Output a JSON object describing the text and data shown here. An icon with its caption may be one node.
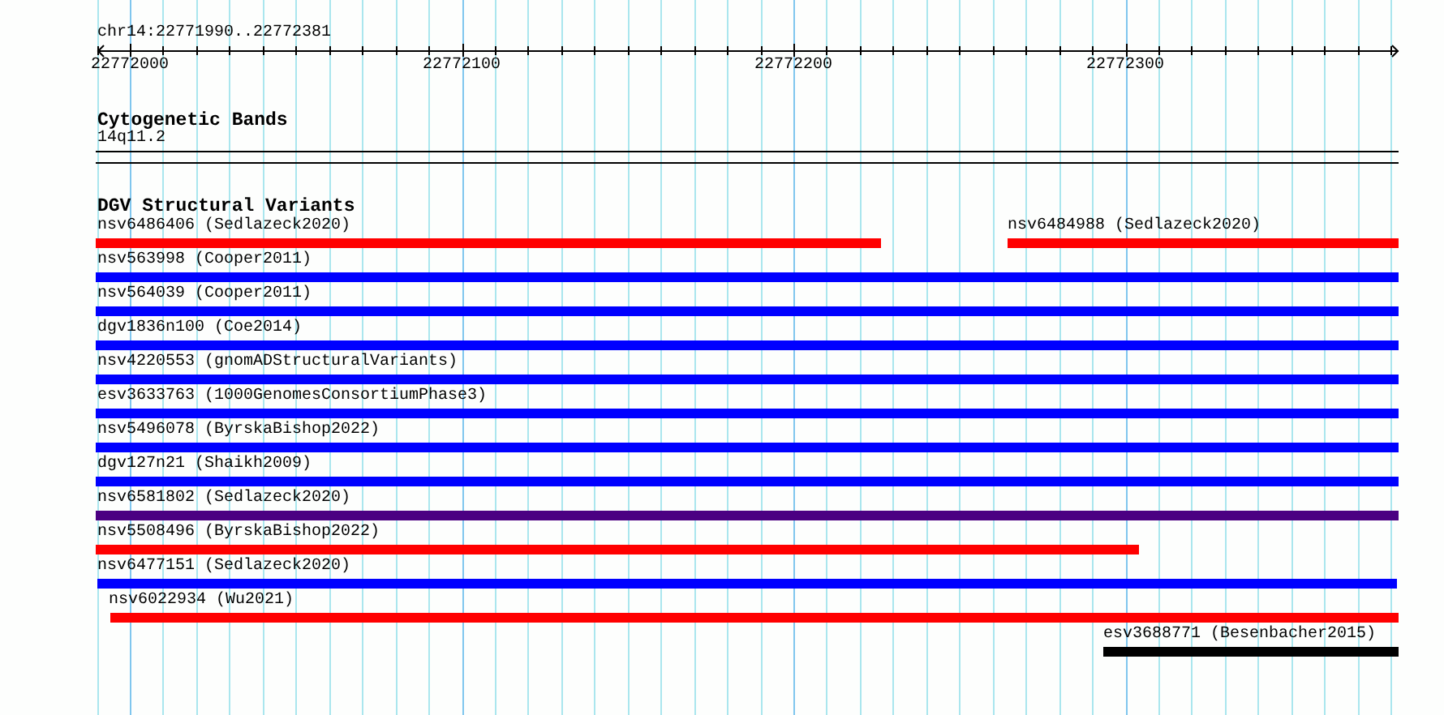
{
  "diagram": {
    "nodes": [
      {
        "text": [
          "14q11.2"
        ]
      },
      {
        "text": [
          "nsv6486406 (Sedlazeck2020)"
        ]
      },
      {
        "text": [
          "nsv6484988 (Sedlazeck2020)"
        ]
      },
      {
        "text": [
          "nsv563998 (Cooper2011)"
        ]
      },
      {
        "text": [
          "nsv564039 (Cooper2011)"
        ]
      },
      {
        "text": [
          "dgv1836n100 (Coe2014)"
        ]
      },
      {
        "text": [
          "nsv4220553 (gnomADStructuralVariants)"
        ]
      },
      {
        "text": [
          "esv3633763 (1000GenomesConsortiumPhase3)"
        ]
      },
      {
        "text": [
          "nsv5496078 (ByrskaBishop2022)"
        ]
      },
      {
        "text": [
          "dgv127n21 (Shaikh2009)"
        ]
      },
      {
        "text": [
          "nsv6581802 (Sedlazeck2020)"
        ]
      },
      {
        "text": [
          "nsv5508496 (ByrskaBishop2022)"
        ]
      },
      {
        "text": [
          "nsv6477151 (Sedlazeck2020)"
        ]
      },
      {
        "text": [
          "nsv6022934 (Wu2021)"
        ]
      },
      {
        "text": [
          "esv3688771 (Besenbacher2015)"
        ]
      }
    ],
    "labels": [
      "chr14:22771990..22772381",
      "22772000",
      "22772100",
      "22772200",
      "22772300",
      "Cytogenetic Bands",
      "DGV Structural Variants"
    ]
  }
}
